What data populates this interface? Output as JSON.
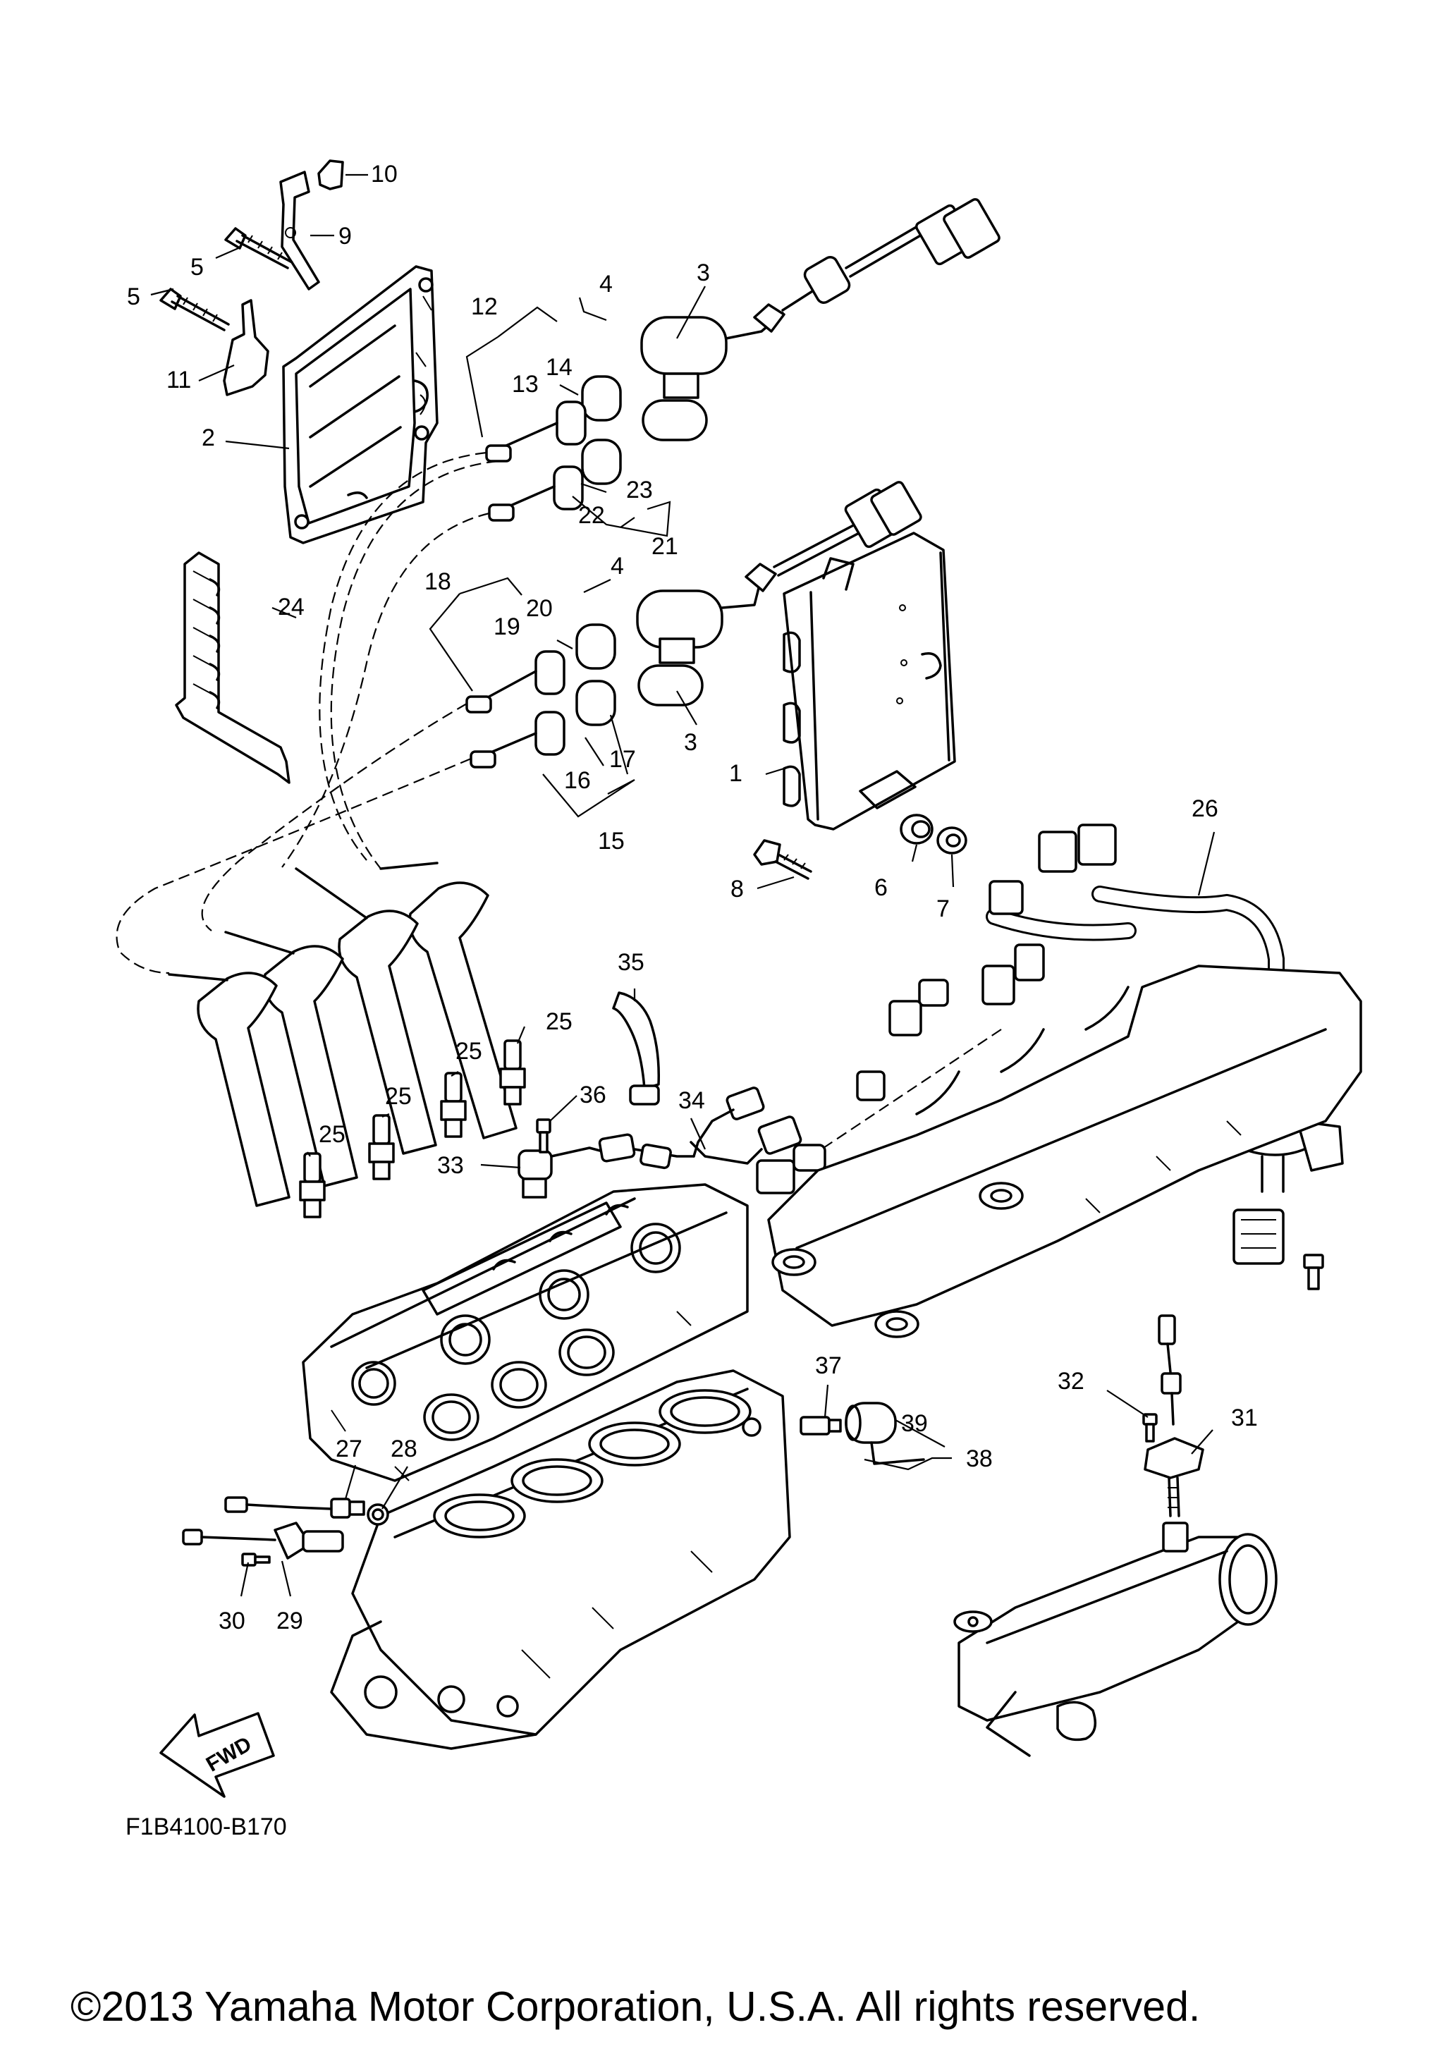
{
  "diagram": {
    "code": "F1B4100-B170",
    "copyright": "©2013 Yamaha Motor Corporation, U.S.A. All rights reserved.",
    "direction_arrow": {
      "label": "FWD",
      "icon": "fwd-arrow-icon"
    }
  },
  "callouts": [
    {
      "id": "c1",
      "label": "1"
    },
    {
      "id": "c2",
      "label": "2"
    },
    {
      "id": "c3a",
      "label": "3"
    },
    {
      "id": "c3b",
      "label": "3"
    },
    {
      "id": "c4a",
      "label": "4"
    },
    {
      "id": "c4b",
      "label": "4"
    },
    {
      "id": "c5a",
      "label": "5"
    },
    {
      "id": "c5b",
      "label": "5"
    },
    {
      "id": "c6",
      "label": "6"
    },
    {
      "id": "c7",
      "label": "7"
    },
    {
      "id": "c8",
      "label": "8"
    },
    {
      "id": "c9",
      "label": "9"
    },
    {
      "id": "c10",
      "label": "10"
    },
    {
      "id": "c11",
      "label": "11"
    },
    {
      "id": "c12",
      "label": "12"
    },
    {
      "id": "c13",
      "label": "13"
    },
    {
      "id": "c14",
      "label": "14"
    },
    {
      "id": "c15",
      "label": "15"
    },
    {
      "id": "c16",
      "label": "16"
    },
    {
      "id": "c17",
      "label": "17"
    },
    {
      "id": "c18",
      "label": "18"
    },
    {
      "id": "c19",
      "label": "19"
    },
    {
      "id": "c20",
      "label": "20"
    },
    {
      "id": "c21",
      "label": "21"
    },
    {
      "id": "c22",
      "label": "22"
    },
    {
      "id": "c23",
      "label": "23"
    },
    {
      "id": "c24",
      "label": "24"
    },
    {
      "id": "c25a",
      "label": "25"
    },
    {
      "id": "c25b",
      "label": "25"
    },
    {
      "id": "c25c",
      "label": "25"
    },
    {
      "id": "c25d",
      "label": "25"
    },
    {
      "id": "c26",
      "label": "26"
    },
    {
      "id": "c27",
      "label": "27"
    },
    {
      "id": "c28",
      "label": "28"
    },
    {
      "id": "c29",
      "label": "29"
    },
    {
      "id": "c30",
      "label": "30"
    },
    {
      "id": "c31",
      "label": "31"
    },
    {
      "id": "c32",
      "label": "32"
    },
    {
      "id": "c33",
      "label": "33"
    },
    {
      "id": "c34",
      "label": "34"
    },
    {
      "id": "c35",
      "label": "35"
    },
    {
      "id": "c36",
      "label": "36"
    },
    {
      "id": "c37",
      "label": "37"
    },
    {
      "id": "c38",
      "label": "38"
    },
    {
      "id": "c39",
      "label": "39"
    }
  ]
}
